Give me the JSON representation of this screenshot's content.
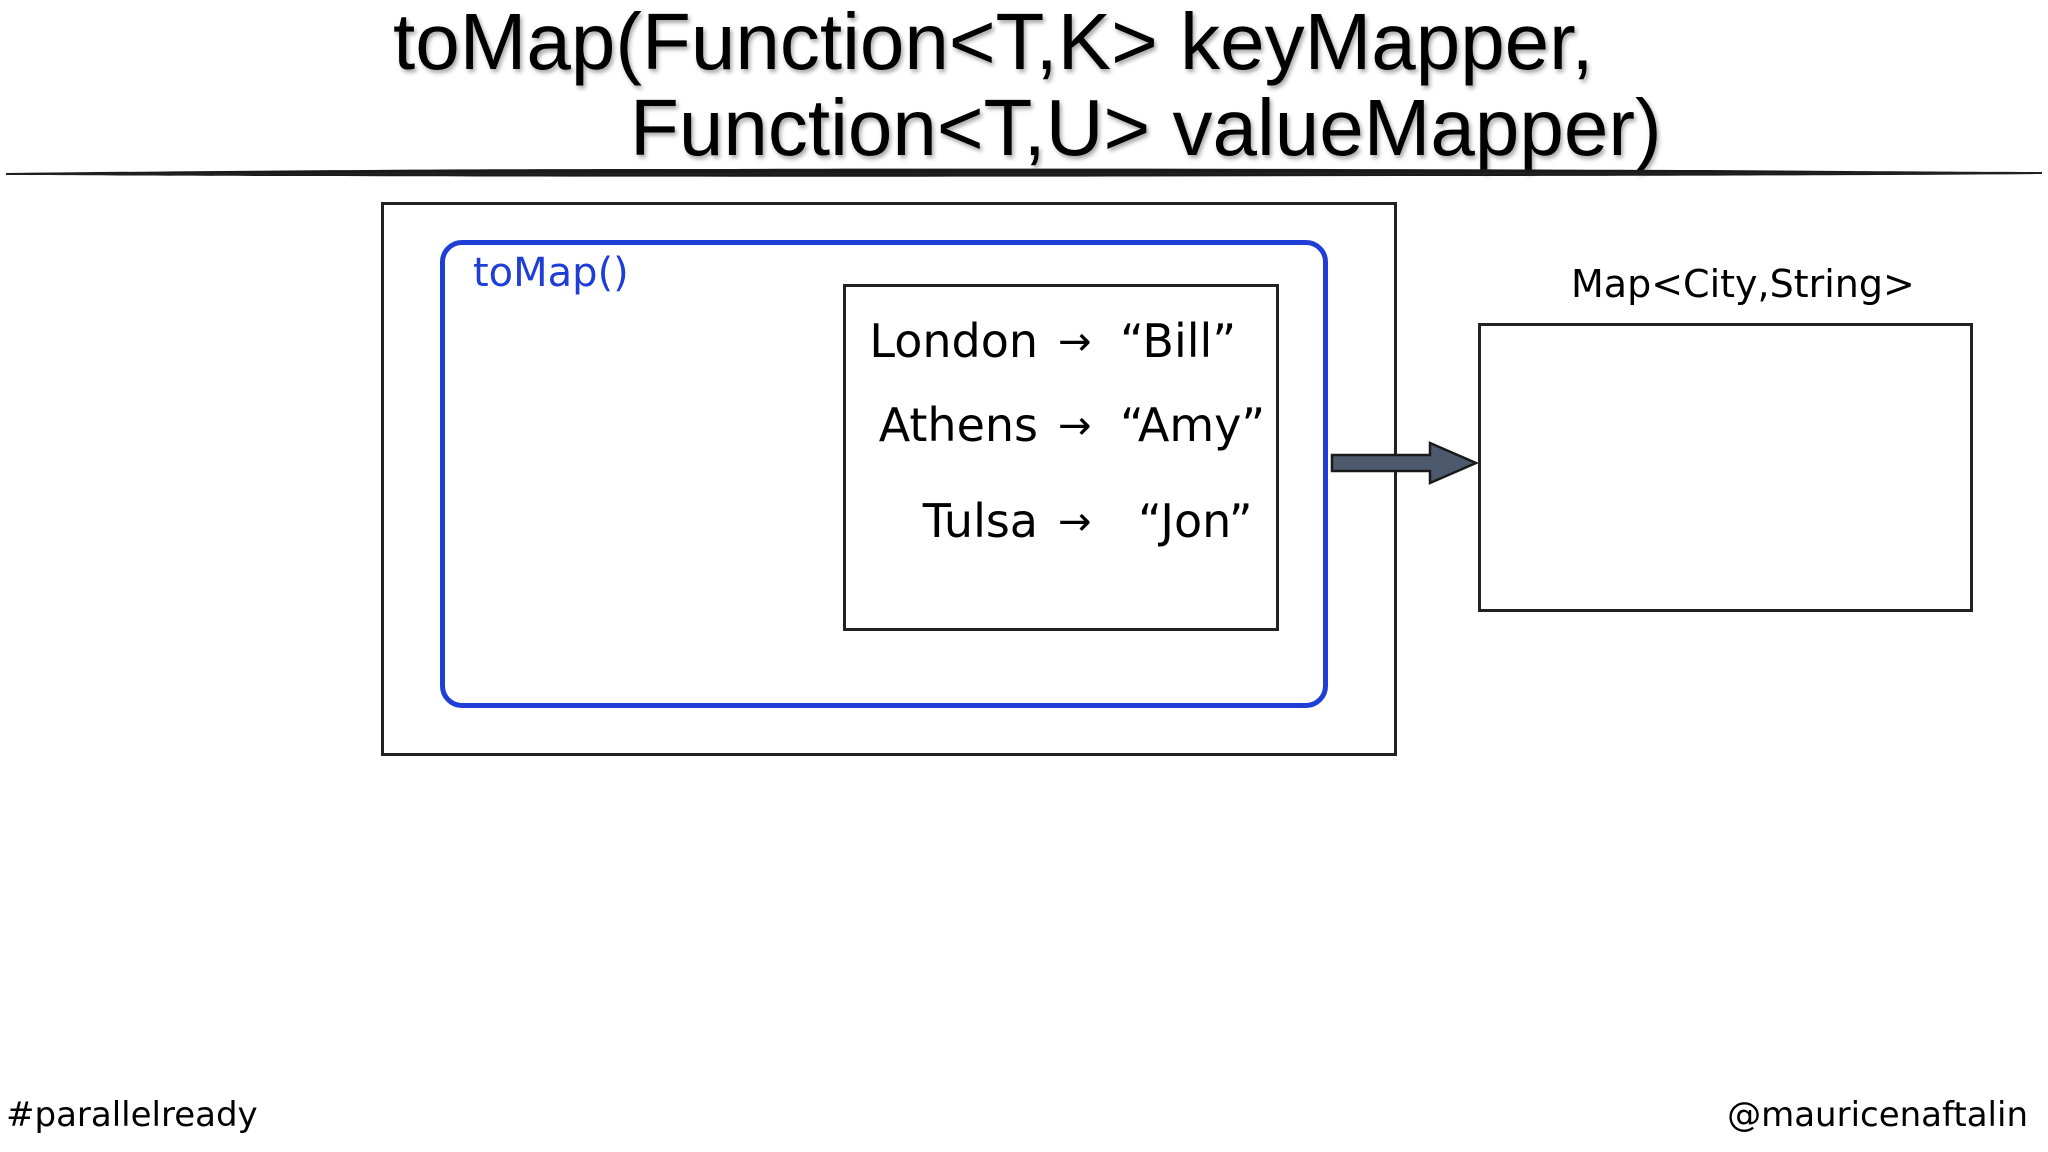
{
  "title": {
    "line1": "toMap(Function<T,K> keyMapper,",
    "line2": "Function<T,U> valueMapper)"
  },
  "collector": {
    "label": "toMap()",
    "accent_color": "#1f3ed6",
    "entries": [
      {
        "key": "London",
        "arrow": "→",
        "value": "“Bill”"
      },
      {
        "key": "Athens",
        "arrow": "→",
        "value": "“Amy”"
      },
      {
        "key": "Tulsa",
        "arrow": "→",
        "value": "“Jon”"
      }
    ]
  },
  "flow_arrow_color": "#4d5a6e",
  "result": {
    "label": "Map<City,String>"
  },
  "footer": {
    "hashtag": "#parallelready",
    "handle": "@mauricenaftalin"
  }
}
